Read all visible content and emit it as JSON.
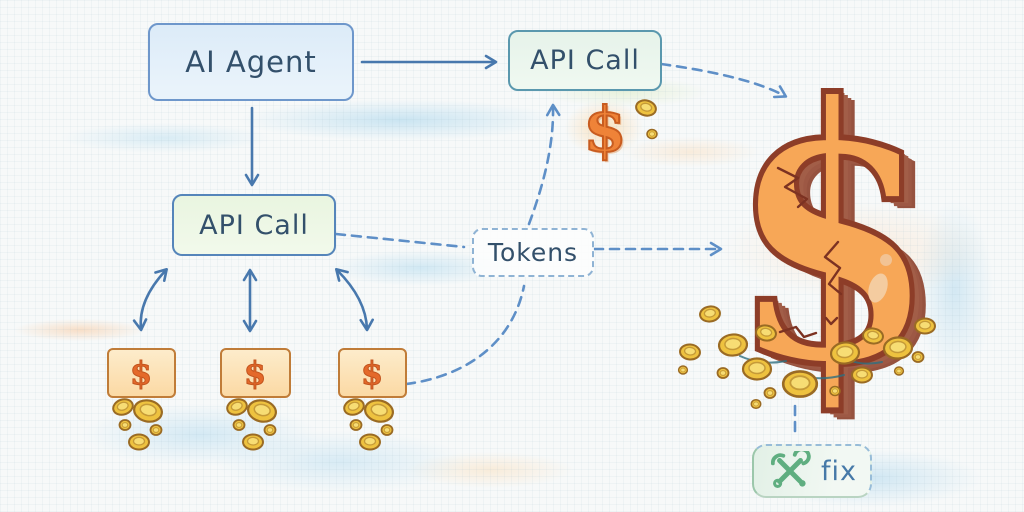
{
  "nodes": {
    "ai_agent": {
      "label": "AI Agent"
    },
    "api_call_top": {
      "label": "API Call"
    },
    "api_call_mid": {
      "label": "API Call"
    },
    "cost_box_1": {
      "symbol": "$"
    },
    "cost_box_2": {
      "symbol": "$"
    },
    "cost_box_3": {
      "symbol": "$"
    },
    "small_cost": {
      "symbol": "$"
    },
    "big_cost": {
      "symbol": "$"
    },
    "tokens": {
      "label": "Tokens"
    },
    "fix": {
      "label": "fix"
    }
  },
  "edges": [
    {
      "from": "ai_agent",
      "to": "api_call_top",
      "style": "solid-arrow"
    },
    {
      "from": "ai_agent",
      "to": "api_call_mid",
      "style": "solid-arrow"
    },
    {
      "from": "api_call_mid",
      "to": "cost_box_1",
      "style": "double-headed-arrow"
    },
    {
      "from": "api_call_mid",
      "to": "cost_box_2",
      "style": "double-headed-arrow"
    },
    {
      "from": "api_call_mid",
      "to": "cost_box_3",
      "style": "double-headed-arrow"
    },
    {
      "from": "api_call_mid",
      "to": "tokens",
      "style": "dashed-line"
    },
    {
      "from": "cost_box_3",
      "to": "tokens",
      "style": "dashed-line"
    },
    {
      "from": "tokens",
      "to": "api_call_top",
      "style": "dashed-arrow"
    },
    {
      "from": "tokens",
      "to": "big_cost",
      "style": "dashed-arrow"
    },
    {
      "from": "api_call_top",
      "to": "big_cost",
      "style": "dashed-arrow"
    },
    {
      "from": "big_cost",
      "to": "fix",
      "style": "dashed-line"
    }
  ],
  "palette": {
    "arrow_solid": "#4878ad",
    "arrow_dashed": "#5e8fc7",
    "node_text": "#33506b",
    "dollar_orange": "#e4692a",
    "coin_gold": "#eec23f",
    "big_dollar_face": "#f7a757",
    "big_dollar_outline": "#8d3d28",
    "fix_green": "#5fae80"
  }
}
